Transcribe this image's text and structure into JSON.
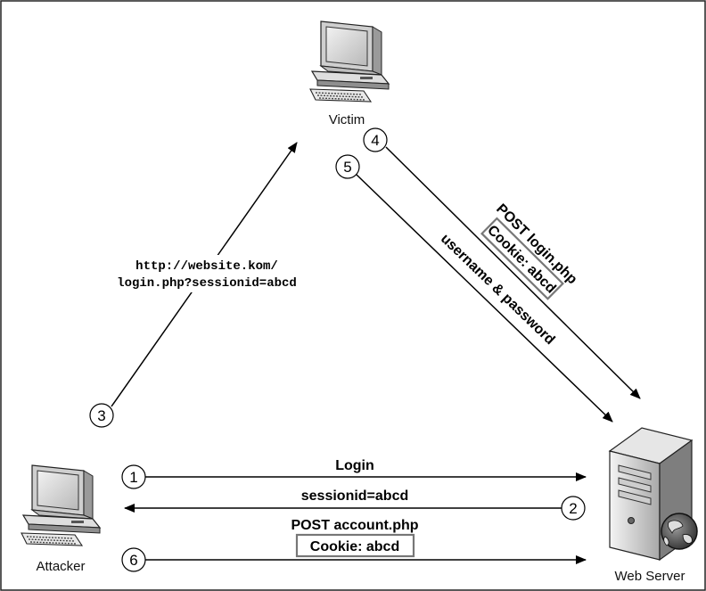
{
  "nodes": {
    "victim": "Victim",
    "attacker": "Attacker",
    "server": "Web Server"
  },
  "steps": {
    "s1": "1",
    "s2": "2",
    "s3": "3",
    "s4": "4",
    "s5": "5",
    "s6": "6"
  },
  "labels": {
    "url_line1": "http://website.kom/",
    "url_line2": "login.php?sessionid=abcd",
    "post_login": "POST login.php",
    "cookie_victim": "Cookie: abcd",
    "credentials": "username & password",
    "login": "Login",
    "sessionid": "sessionid=abcd",
    "post_account": "POST account.php",
    "cookie_attacker": "Cookie: abcd"
  }
}
